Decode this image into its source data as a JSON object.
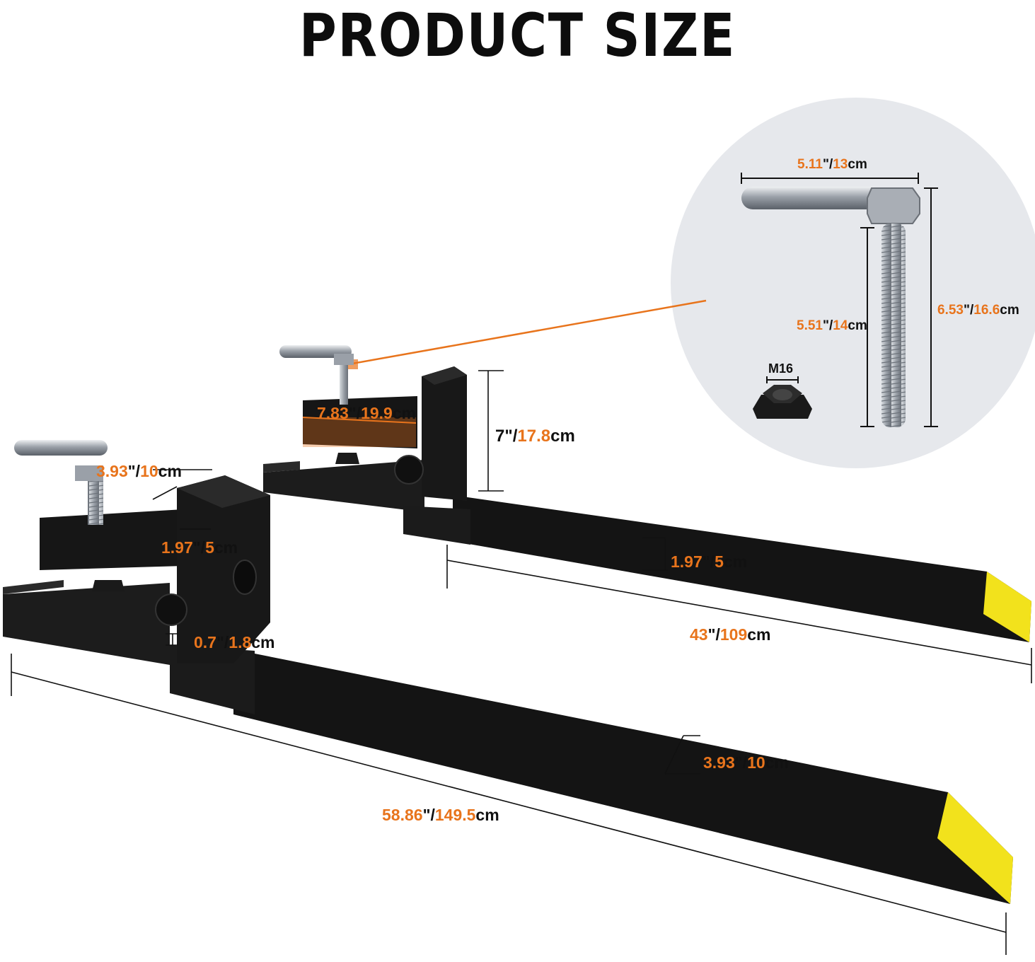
{
  "title": "PRODUCT SIZE",
  "colors": {
    "steel": "#141414",
    "steel_side": "#222222",
    "tip": "#f2e21c",
    "accent_orange": "#e8741c",
    "dimension_line": "#111111",
    "callout_circle": "#e6e8ec"
  },
  "dimensions": {
    "bolt_handle": {
      "inch": "5.11",
      "cm": "13"
    },
    "bolt_total": {
      "inch": "6.53",
      "cm": "16.6"
    },
    "bolt_thread": {
      "inch": "5.51",
      "cm": "14"
    },
    "nut": {
      "label": "M16"
    },
    "bracket_length": {
      "inch": "7.83",
      "cm": "19.9"
    },
    "upright_height": {
      "inch": "7",
      "cm": "17.8"
    },
    "upright_width": {
      "inch": "3.93",
      "cm": "10"
    },
    "slot_width": {
      "inch": "1.97",
      "cm": "5"
    },
    "front_tube_height": {
      "inch": "1.97",
      "cm": "5"
    },
    "back_fork_length": {
      "inch": "43",
      "cm": "109"
    },
    "gap": {
      "inch": "0.7",
      "cm": "1.8"
    },
    "front_fork_width": {
      "inch": "3.93",
      "cm": "10"
    },
    "front_fork_length": {
      "inch": "58.86",
      "cm": "149.5"
    }
  }
}
